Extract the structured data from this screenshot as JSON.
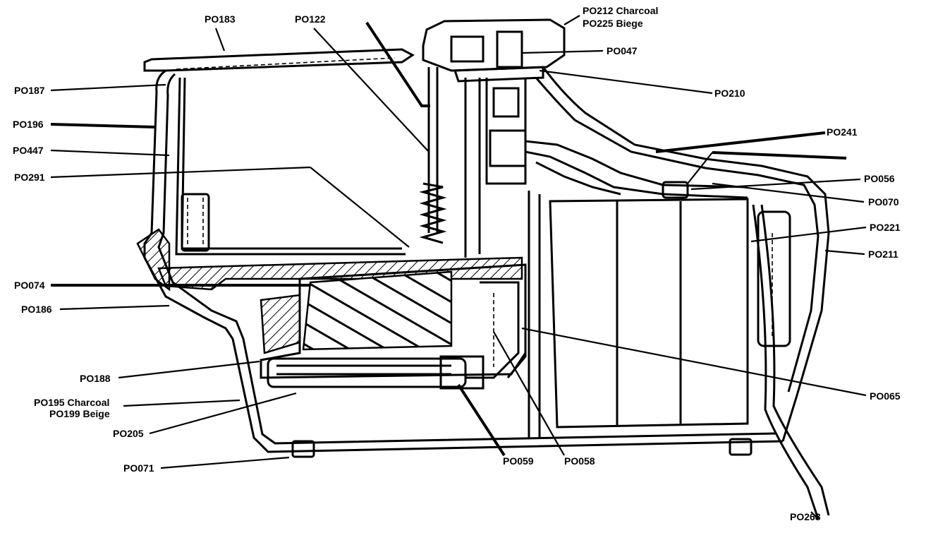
{
  "labels": {
    "po183": "PO183",
    "po122": "PO122",
    "po212": "PO212 Charcoal",
    "po225": "PO225 Biege",
    "po047": "PO047",
    "po210": "PO210",
    "po187": "PO187",
    "po196": "PO196",
    "po447": "PO447",
    "po291": "PO291",
    "po241": "PO241",
    "po056": "PO056",
    "po070": "PO070",
    "po221": "PO221",
    "po211": "PO211",
    "po074": "PO074",
    "po186": "PO186",
    "po188": "PO188",
    "po195": "PO195 Charcoal",
    "po199": "PO199 Beige",
    "po205": "PO205",
    "po065": "PO065",
    "po071": "PO071",
    "po059": "PO059",
    "po058": "PO058",
    "po268": "PO268"
  },
  "colors": {
    "ink": "#000000",
    "paper": "#ffffff"
  }
}
